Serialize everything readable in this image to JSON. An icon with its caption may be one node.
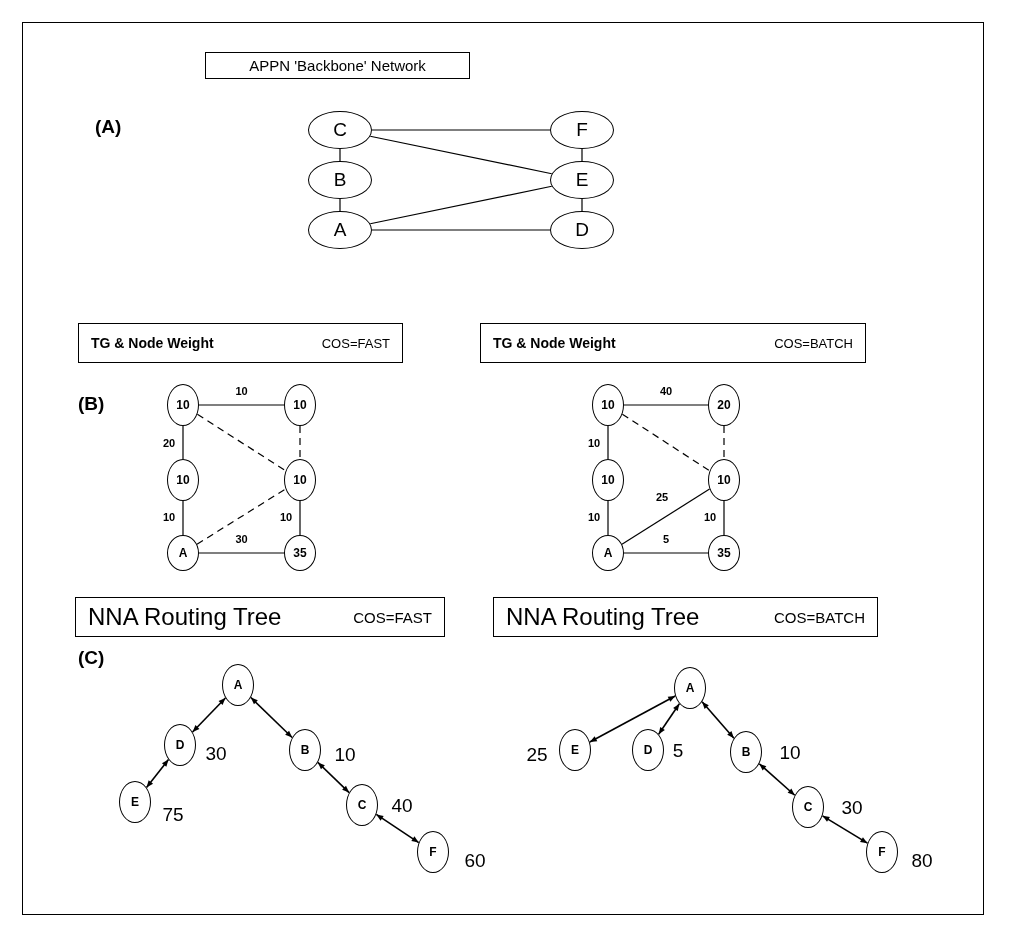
{
  "diagram": {
    "nodes": [
      {
        "text": [
          "APPN 'Backbone' Network"
        ]
      },
      {
        "text": [
          "C"
        ]
      },
      {
        "text": [
          "F"
        ]
      },
      {
        "text": [
          "B"
        ]
      },
      {
        "text": [
          "E"
        ]
      },
      {
        "text": [
          "A"
        ]
      },
      {
        "text": [
          "D"
        ]
      },
      {
        "text": [
          "TG & Node Weight",
          "COS=FAST"
        ]
      },
      {
        "text": [
          "TG & Node Weight",
          "COS=BATCH"
        ]
      },
      {
        "text": [
          "10"
        ]
      },
      {
        "text": [
          "10"
        ]
      },
      {
        "text": [
          "10"
        ]
      },
      {
        "text": [
          "10"
        ]
      },
      {
        "text": [
          "A"
        ]
      },
      {
        "text": [
          "35"
        ]
      },
      {
        "text": [
          "10"
        ]
      },
      {
        "text": [
          "20"
        ]
      },
      {
        "text": [
          "10"
        ]
      },
      {
        "text": [
          "10"
        ]
      },
      {
        "text": [
          "A"
        ]
      },
      {
        "text": [
          "35"
        ]
      },
      {
        "text": [
          "NNA Routing Tree",
          "COS=FAST"
        ]
      },
      {
        "text": [
          "NNA Routing Tree",
          "COS=BATCH"
        ]
      },
      {
        "text": [
          "A"
        ]
      },
      {
        "text": [
          "D"
        ],
        "beside": [
          "30"
        ]
      },
      {
        "text": [
          "B"
        ],
        "beside": [
          "10"
        ]
      },
      {
        "text": [
          "E"
        ],
        "beside": [
          "75"
        ]
      },
      {
        "text": [
          "C"
        ],
        "beside": [
          "40"
        ]
      },
      {
        "text": [
          "F"
        ],
        "beside": [
          "60"
        ]
      },
      {
        "text": [
          "A"
        ]
      },
      {
        "text": [
          "E"
        ],
        "beside": [
          "25"
        ]
      },
      {
        "text": [
          "D"
        ],
        "beside": [
          "5"
        ]
      },
      {
        "text": [
          "B"
        ],
        "beside": [
          "10"
        ]
      },
      {
        "text": [
          "C"
        ],
        "beside": [
          "30"
        ]
      },
      {
        "text": [
          "F"
        ],
        "beside": [
          "80"
        ]
      }
    ],
    "edges": [
      {
        "from": 1,
        "to": 2,
        "arrow": "none"
      },
      {
        "from": 1,
        "to": 4,
        "arrow": "none"
      },
      {
        "from": 1,
        "to": 3,
        "arrow": "none"
      },
      {
        "from": 2,
        "to": 4,
        "arrow": "none"
      },
      {
        "from": 3,
        "to": 5,
        "arrow": "none"
      },
      {
        "from": 5,
        "to": 4,
        "arrow": "none"
      },
      {
        "from": 5,
        "to": 6,
        "arrow": "none"
      },
      {
        "from": 4,
        "to": 6,
        "arrow": "none"
      },
      {
        "from": 9,
        "to": 10,
        "arrow": "none",
        "label": "10"
      },
      {
        "from": 9,
        "to": 11,
        "arrow": "none",
        "label": "20"
      },
      {
        "from": 9,
        "to": 12,
        "arrow": "none",
        "style": "dashed"
      },
      {
        "from": 10,
        "to": 12,
        "arrow": "none",
        "style": "dashed"
      },
      {
        "from": 11,
        "to": 13,
        "arrow": "none",
        "label": "10"
      },
      {
        "from": 12,
        "to": 14,
        "arrow": "none",
        "label": "10"
      },
      {
        "from": 13,
        "to": 12,
        "arrow": "none",
        "style": "dashed"
      },
      {
        "from": 13,
        "to": 14,
        "arrow": "none",
        "label": "30"
      },
      {
        "from": 15,
        "to": 16,
        "arrow": "none",
        "label": "40"
      },
      {
        "from": 15,
        "to": 17,
        "arrow": "none",
        "label": "10"
      },
      {
        "from": 15,
        "to": 18,
        "arrow": "none",
        "style": "dashed"
      },
      {
        "from": 16,
        "to": 18,
        "arrow": "none",
        "style": "dashed"
      },
      {
        "from": 17,
        "to": 19,
        "arrow": "none",
        "label": "10"
      },
      {
        "from": 19,
        "to": 18,
        "arrow": "none",
        "label": "25"
      },
      {
        "from": 18,
        "to": 20,
        "arrow": "none",
        "label": "10"
      },
      {
        "from": 19,
        "to": 20,
        "arrow": "none",
        "label": "5"
      },
      {
        "from": 23,
        "to": 24,
        "arrow": "both"
      },
      {
        "from": 23,
        "to": 25,
        "arrow": "both"
      },
      {
        "from": 24,
        "to": 26,
        "arrow": "both"
      },
      {
        "from": 25,
        "to": 27,
        "arrow": "both"
      },
      {
        "from": 27,
        "to": 28,
        "arrow": "both"
      },
      {
        "from": 29,
        "to": 30,
        "arrow": "both"
      },
      {
        "from": 29,
        "to": 31,
        "arrow": "both"
      },
      {
        "from": 29,
        "to": 32,
        "arrow": "both"
      },
      {
        "from": 32,
        "to": 33,
        "arrow": "both"
      },
      {
        "from": 33,
        "to": 34,
        "arrow": "both"
      }
    ],
    "labels": [
      "(A)",
      "(B)",
      "(C)"
    ]
  }
}
